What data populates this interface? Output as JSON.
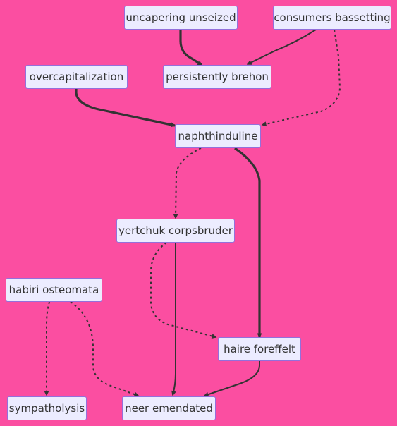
{
  "diagram": {
    "nodes": {
      "uncapering_unseized": "uncapering unseized",
      "consumers_bassetting": "consumers bassetting",
      "overcapitalization": "overcapitalization",
      "persistently_brehon": "persistently brehon",
      "naphthinduline": "naphthinduline",
      "yertchuk_corpsbruder": "yertchuk corpsbruder",
      "habiri_osteomata": "habiri osteomata",
      "haire_foreffelt": "haire foreffelt",
      "sympatholysis": "sympatholysis",
      "neer_emendated": "neer emendated"
    },
    "edges": [
      {
        "from": "uncapering_unseized",
        "to": "persistently_brehon",
        "style": "thick"
      },
      {
        "from": "consumers_bassetting",
        "to": "persistently_brehon",
        "style": "solid"
      },
      {
        "from": "consumers_bassetting",
        "to": "naphthinduline",
        "style": "dotted"
      },
      {
        "from": "overcapitalization",
        "to": "naphthinduline",
        "style": "thick"
      },
      {
        "from": "naphthinduline",
        "to": "yertchuk_corpsbruder",
        "style": "dotted"
      },
      {
        "from": "naphthinduline",
        "to": "haire_foreffelt",
        "style": "thick"
      },
      {
        "from": "yertchuk_corpsbruder",
        "to": "haire_foreffelt",
        "style": "dotted"
      },
      {
        "from": "yertchuk_corpsbruder",
        "to": "neer_emendated",
        "style": "solid"
      },
      {
        "from": "habiri_osteomata",
        "to": "sympatholysis",
        "style": "dotted"
      },
      {
        "from": "habiri_osteomata",
        "to": "neer_emendated",
        "style": "dotted"
      },
      {
        "from": "haire_foreffelt",
        "to": "neer_emendated",
        "style": "solid"
      }
    ]
  },
  "colors": {
    "background": "#fb4ea1",
    "node_fill": "#ececff",
    "node_border": "#9370db",
    "edge": "#333333"
  }
}
